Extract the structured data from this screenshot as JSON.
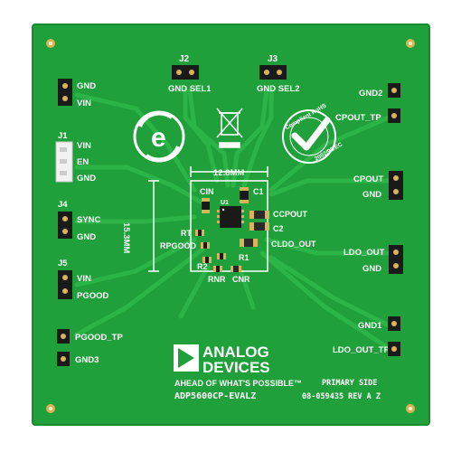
{
  "colors": {
    "board": "#1fa03a",
    "board_edge": "#178a2f",
    "trace": "#2cb448",
    "silk": "#ffffff",
    "pad": "#d9b45a",
    "header": "#1a1a1a"
  },
  "labels": {
    "j2": "J2",
    "j3": "J3",
    "gnd_sel1": "GND SEL1",
    "gnd_sel2": "GND SEL2",
    "gnd_top": "GND",
    "vin_top": "VIN",
    "j1": "J1",
    "j1_vin": "VIN",
    "j1_en": "EN",
    "j1_gnd": "GND",
    "j4": "J4",
    "sync": "SYNC",
    "j4_gnd": "GND",
    "j5": "J5",
    "j5_vin": "VIN",
    "pgood": "PGOOD",
    "pgood_tp": "PGOOD_TP",
    "gnd3": "GND3",
    "gnd2": "GND2",
    "cpout_tp": "CPOUT_TP",
    "cpout": "CPOUT",
    "cpout_gnd": "GND",
    "ldo_out": "LDO_OUT",
    "ldo_gnd": "GND",
    "gnd1": "GND1",
    "ldo_out_tp": "LDO_OUT_TP",
    "dim_width": "12.8MM",
    "dim_height": "15.3MM",
    "cin": "CIN",
    "c1": "C1",
    "ccpout": "CCPOUT",
    "c2": "C2",
    "u1": "U1",
    "rt": "RT",
    "rpgood": "RPGOOD",
    "r1": "R1",
    "cldo_out": "CLDO_OUT",
    "r2": "R2",
    "rnr": "RNR",
    "cnr": "CNR",
    "logo_line1": "ANALOG",
    "logo_line2": "DEVICES",
    "tagline": "AHEAD OF WHAT'S POSSIBLE™",
    "board_name": "ADP5600CP-EVALZ",
    "primary_side": "PRIMARY SIDE",
    "part_number": "08-059435 REV A Z",
    "rohs_text": "Compliant RoHS",
    "rohs_directive": "2002/95/EC"
  },
  "icons": {
    "recycle": "e-recycle-icon",
    "weee": "crossed-bin-icon",
    "rohs": "rohs-check-icon",
    "logo": "adi-logo-icon"
  }
}
